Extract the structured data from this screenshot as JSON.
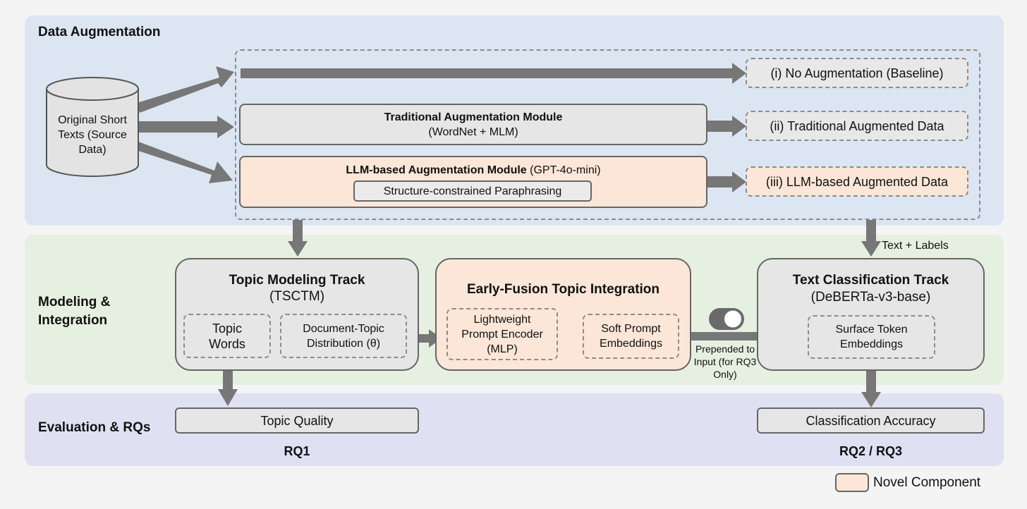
{
  "bands": {
    "augmentation": "Data Augmentation",
    "modeling": "Modeling & Integration",
    "evaluation": "Evaluation & RQs"
  },
  "source": {
    "label": "Original Short Texts (Source Data)"
  },
  "augmentation": {
    "traditional_title": "Traditional Augmentation Module",
    "traditional_sub": "(WordNet + MLM)",
    "llm_title": "LLM-based Augmentation Module",
    "llm_model": "(GPT-4o-mini)",
    "llm_inner": "Structure-constrained Paraphrasing",
    "out_none": "(i) No Augmentation (Baseline)",
    "out_traditional": "(ii) Traditional Augmented Data",
    "out_llm": "(iii) LLM-based Augmented Data"
  },
  "edge_labels": {
    "text_labels": "Text + Labels",
    "prepended": "Prepended to Input (for RQ3 Only)"
  },
  "topic": {
    "title": "Topic Modeling Track",
    "sub": "(TSCTM)",
    "words": "Topic Words",
    "dist": "Document-Topic Distribution (θ)"
  },
  "fusion": {
    "title": "Early-Fusion Topic Integration",
    "encoder": "Lightweight Prompt Encoder (MLP)",
    "soft": "Soft Prompt Embeddings"
  },
  "classifier": {
    "title": "Text Classification Track",
    "sub": "(DeBERTa-v3-base)",
    "surface": "Surface Token Embeddings"
  },
  "evaluation": {
    "topic_quality": "Topic Quality",
    "accuracy": "Classification Accuracy",
    "rq1": "RQ1",
    "rq23": "RQ2 / RQ3"
  },
  "legend": {
    "novel": "Novel Component"
  },
  "colors": {
    "augmentation_band": "#dce6f2",
    "modeling_band": "#e6f0e0",
    "evaluation_band": "#dfe0f2",
    "novel": "#fbe6d8",
    "box": "#e6e6e6",
    "arrow": "#777777"
  }
}
